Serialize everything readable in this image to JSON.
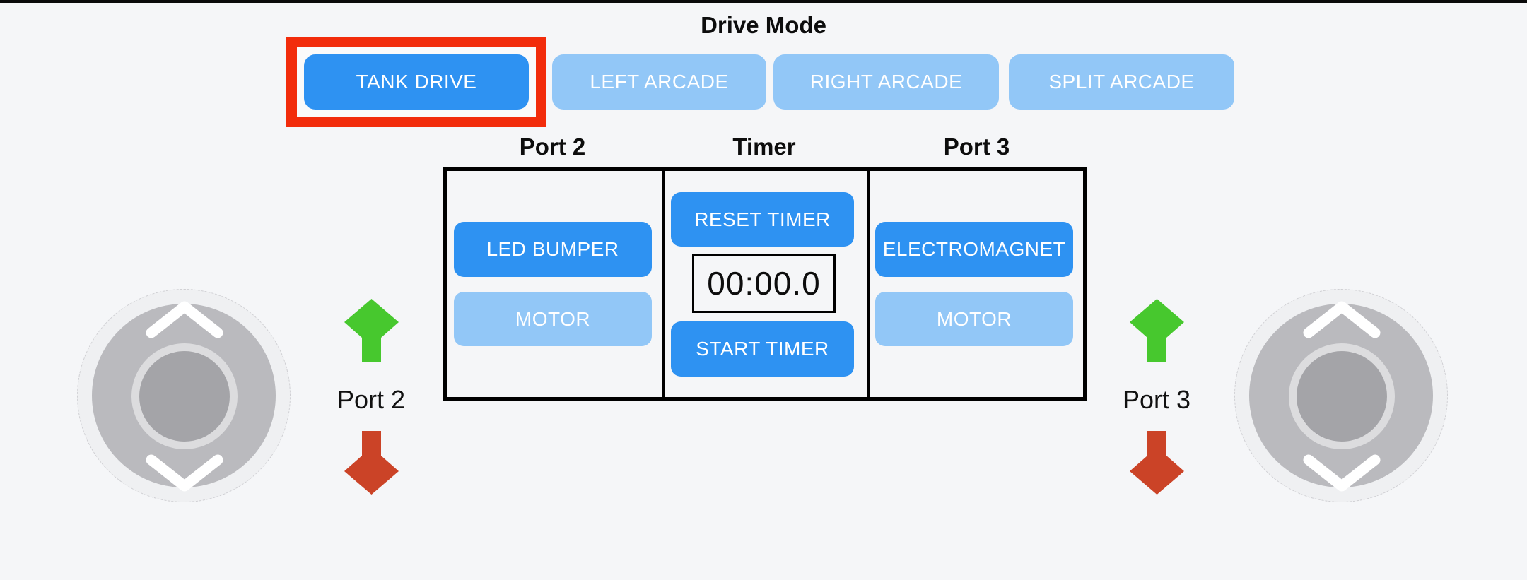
{
  "drive_mode": {
    "title": "Drive Mode",
    "buttons": [
      {
        "label": "TANK DRIVE",
        "active": true,
        "highlighted": true
      },
      {
        "label": "LEFT ARCADE",
        "active": false,
        "highlighted": false
      },
      {
        "label": "RIGHT ARCADE",
        "active": false,
        "highlighted": false
      },
      {
        "label": "SPLIT ARCADE",
        "active": false,
        "highlighted": false
      }
    ]
  },
  "panel": {
    "columns": [
      {
        "header": "Port 2",
        "buttons": [
          {
            "label": "LED BUMPER",
            "active": true
          },
          {
            "label": "MOTOR",
            "active": false
          }
        ]
      },
      {
        "header": "Timer",
        "reset_label": "RESET TIMER",
        "display": "00:00.0",
        "start_label": "START TIMER"
      },
      {
        "header": "Port 3",
        "buttons": [
          {
            "label": "ELECTROMAGNET",
            "active": true
          },
          {
            "label": "MOTOR",
            "active": false
          }
        ]
      }
    ]
  },
  "left_control": {
    "label": "Port 2",
    "up_arrow": "up-arrow",
    "down_arrow": "down-arrow"
  },
  "right_control": {
    "label": "Port 3",
    "up_arrow": "up-arrow",
    "down_arrow": "down-arrow"
  },
  "colors": {
    "background": "#f5f6f8",
    "active_blue": "#2e92f2",
    "inactive_blue": "#92c7f7",
    "highlight_red": "#f22c0b",
    "arrow_green": "#47c82e",
    "arrow_red": "#cb4327",
    "table_border": "#000000"
  }
}
